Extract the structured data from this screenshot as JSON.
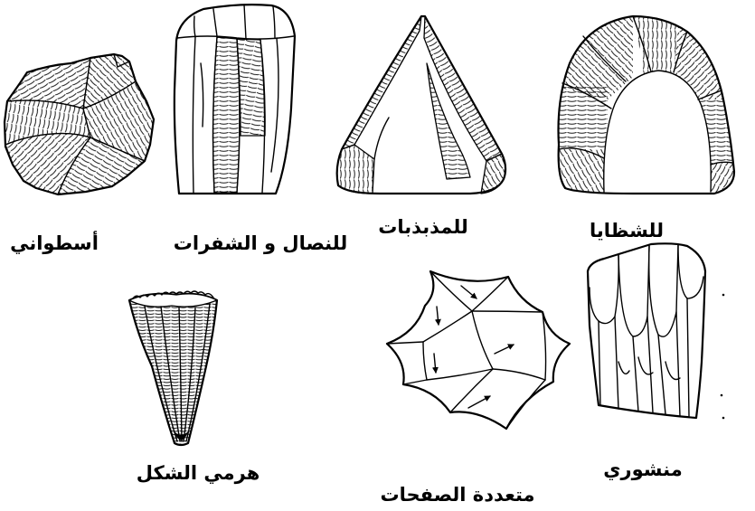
{
  "colors": {
    "ink": "#000000",
    "paper": "#ffffff"
  },
  "cores": [
    {
      "label": "أسطواني"
    },
    {
      "label": "للنصال و الشفرات"
    },
    {
      "label": "للمذبذبات"
    },
    {
      "label": "للشظايا"
    },
    {
      "label": "هرمي الشكل"
    },
    {
      "label": "متعددة الصفحات"
    },
    {
      "label": "منشوري"
    }
  ]
}
